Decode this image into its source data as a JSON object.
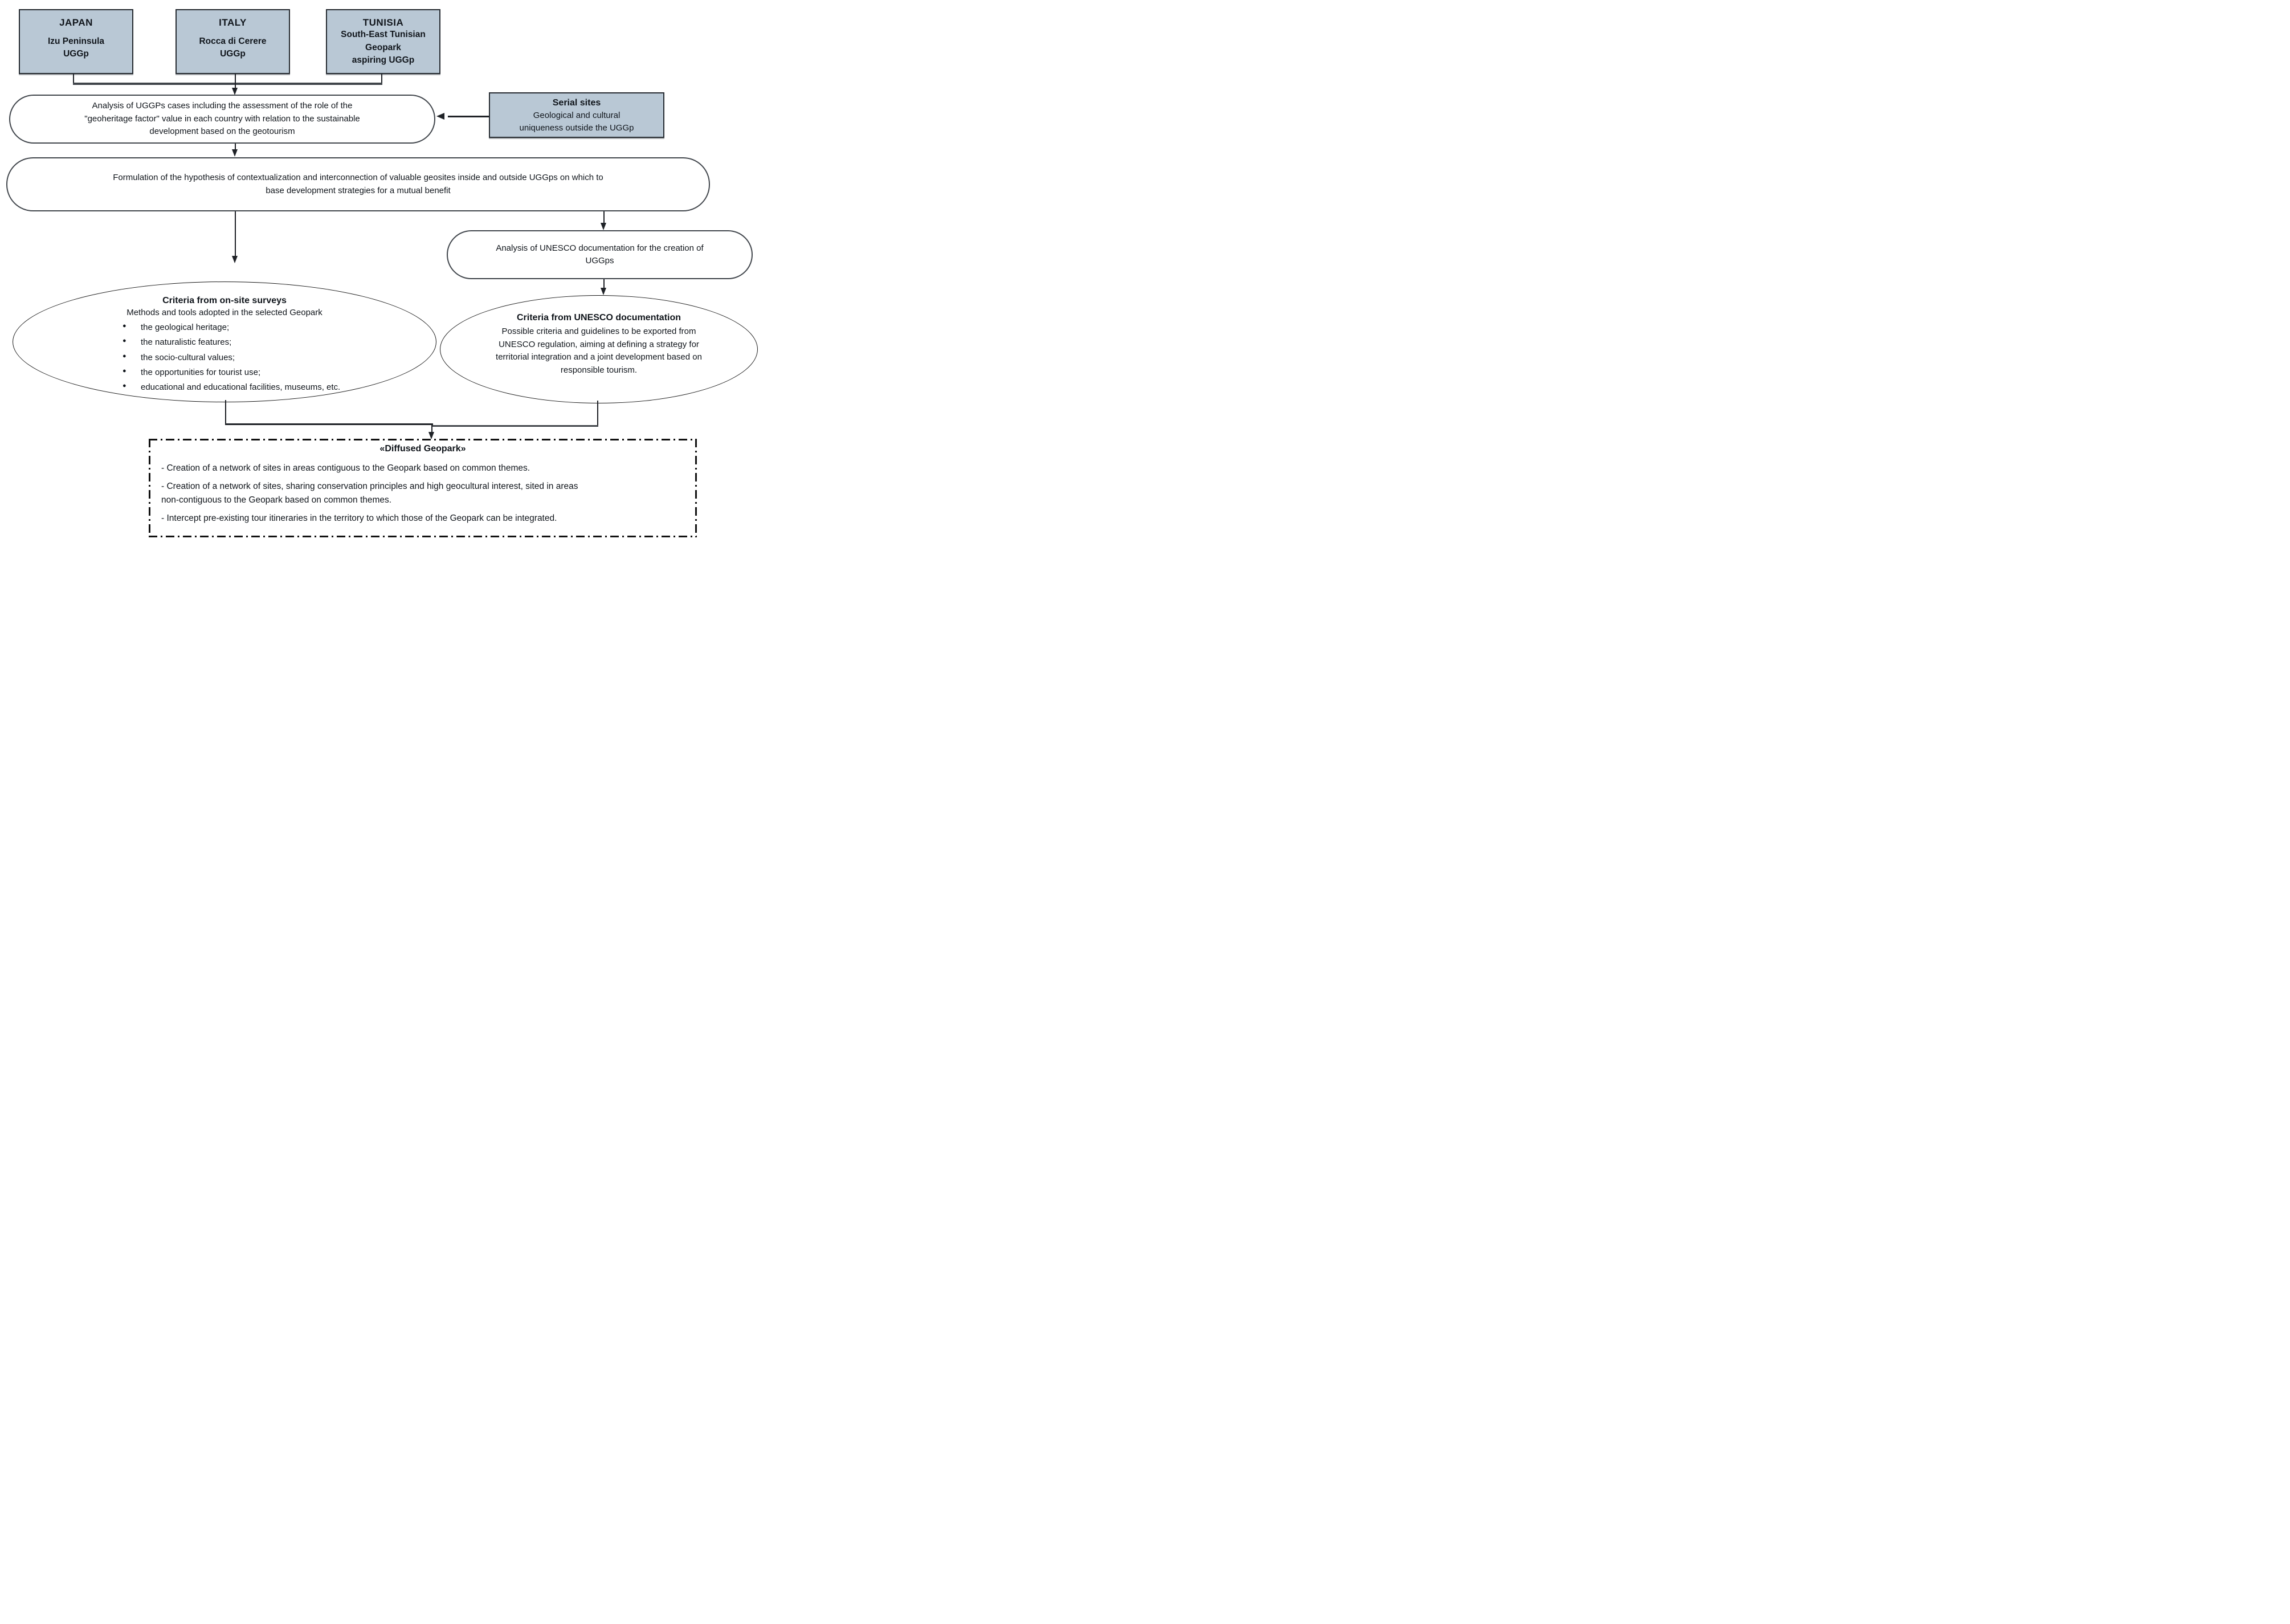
{
  "colors": {
    "box_fill": "#b9c8d5",
    "box_border": "#262b31",
    "line_color": "#1f2227",
    "stadium_border": "#41464c",
    "text_color": "#10151b"
  },
  "top_boxes": [
    {
      "country": "JAPAN",
      "site": "Izu Peninsula\nUGGp"
    },
    {
      "country": "ITALY",
      "site": "Rocca di Cerere\nUGGp"
    },
    {
      "country": "TUNISIA",
      "site": "South-East Tunisian\nGeopark\naspiring UGGp"
    }
  ],
  "analysis_uggp": {
    "text": "Analysis of UGGPs cases including the assessment of the role of the\n\"geoheritage factor\" value in each country with relation to the sustainable\ndevelopment based on the geotourism"
  },
  "serial_sites": {
    "title": "Serial sites",
    "body": "Geological and cultural\nuniqueness outside the UGGp"
  },
  "formulation": {
    "text": "Formulation of the hypothesis of contextualization and interconnection of valuable geosites inside and outside UGGps on which to\nbase development strategies for a mutual benefit"
  },
  "unesco_analysis": {
    "text": "Analysis of UNESCO documentation for the creation of\nUGGps"
  },
  "onsite_criteria": {
    "title": "Criteria from on-site surveys",
    "subtitle": "Methods and tools adopted in the selected Geopark",
    "bullets": [
      "the geological heritage;",
      "the naturalistic features;",
      "the socio-cultural values;",
      "the opportunities for tourist use;",
      "educational and educational facilities, museums, etc."
    ]
  },
  "unesco_criteria": {
    "title": "Criteria from UNESCO documentation",
    "body": "Possible criteria and guidelines to be exported from\nUNESCO regulation, aiming at defining a strategy for\nterritorial integration and a joint development based on\nresponsible tourism."
  },
  "diffused_geopark": {
    "title": "«Diffused Geopark»",
    "items": [
      "- Creation of a network of sites in areas contiguous to the Geopark based on common themes.",
      "- Creation of a network of sites, sharing conservation principles and high geocultural interest, sited in areas\nnon-contiguous to the Geopark based on common themes.",
      "- Intercept pre-existing tour itineraries in the territory to which those of the Geopark can be integrated."
    ]
  }
}
